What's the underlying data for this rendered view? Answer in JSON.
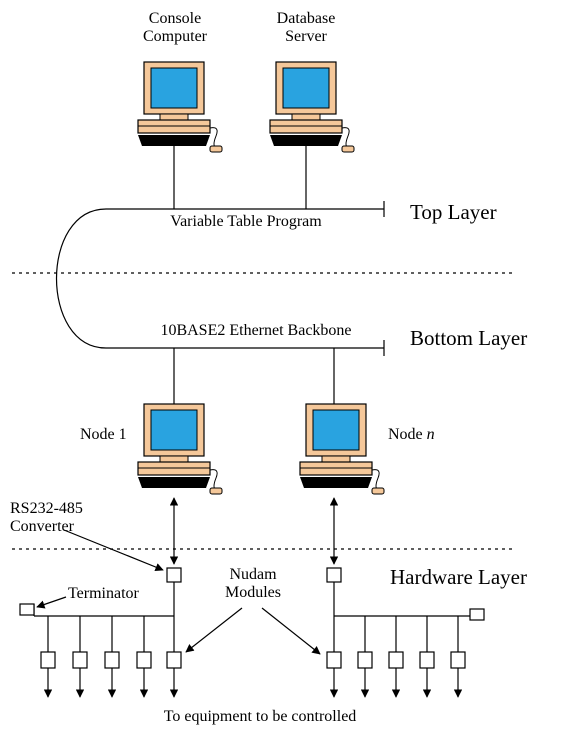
{
  "labels": {
    "console_line1": "Console",
    "console_line2": "Computer",
    "db_line1": "Database",
    "db_line2": "Server",
    "variable_table": "Variable Table Program",
    "top_layer": "Top Layer",
    "ethernet": "10BASE2 Ethernet Backbone",
    "bottom_layer": "Bottom Layer",
    "node1": "Node 1",
    "noden_prefix": "Node",
    "noden_var": "n",
    "converter_line1": "RS232-485",
    "converter_line2": "Converter",
    "terminator": "Terminator",
    "nudam_line1": "Nudam",
    "nudam_line2": "Modules",
    "hardware_layer": "Hardware Layer",
    "equipment": "To equipment to be controlled"
  },
  "colors": {
    "monitor_case": "#f5c89a",
    "screen": "#29a3e0",
    "line": "#000000"
  }
}
